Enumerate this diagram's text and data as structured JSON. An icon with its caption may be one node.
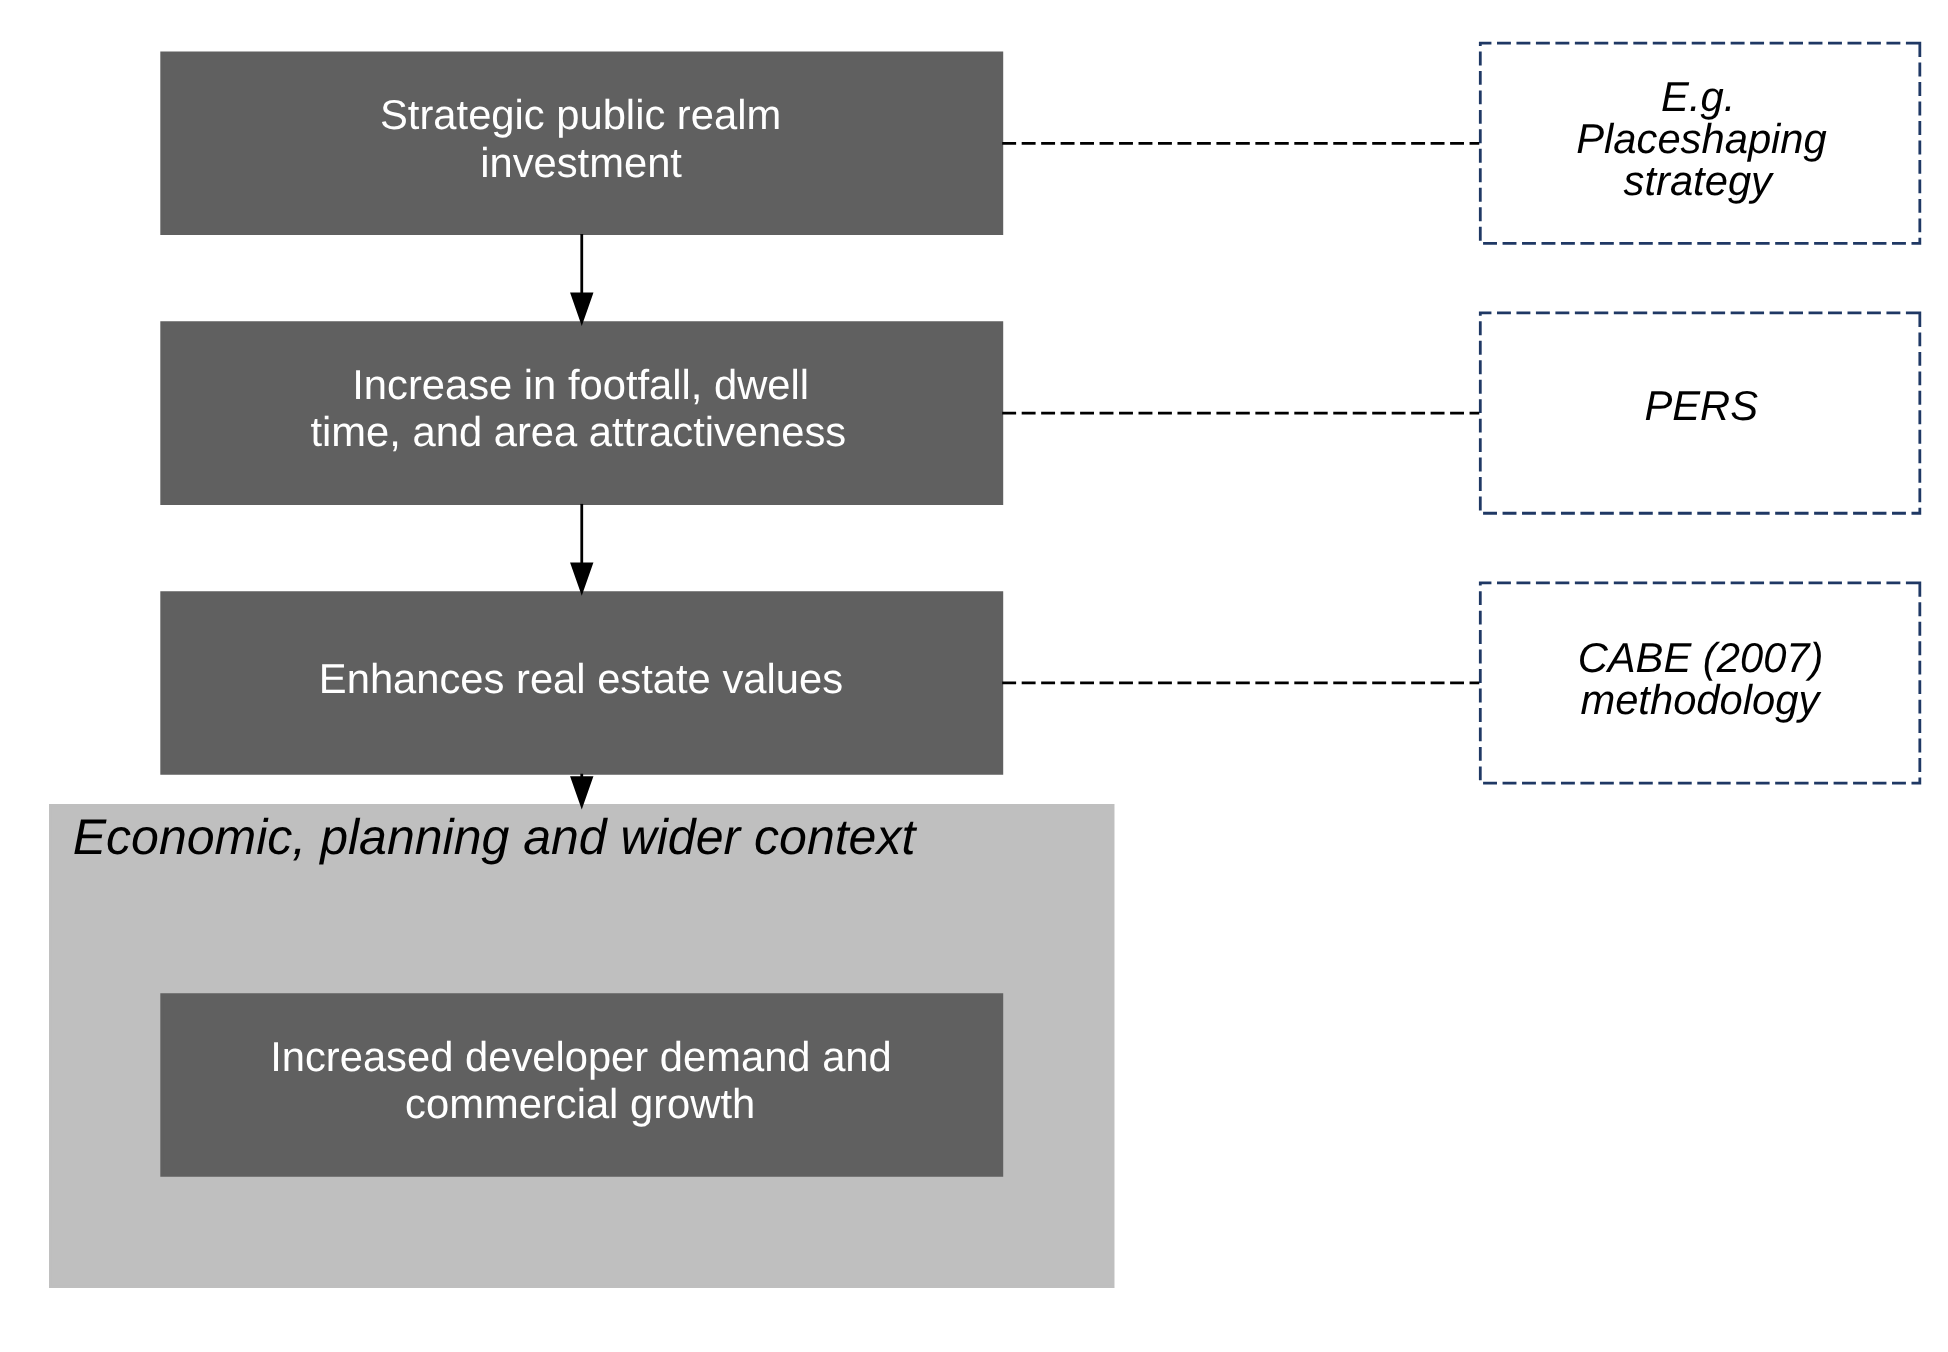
{
  "diagram": {
    "nodes": [
      {
        "text": [
          "Strategic public realm investment"
        ]
      },
      {
        "text": [
          "E.g. Placeshaping strategy"
        ]
      },
      {
        "text": [
          "Increase in footfall, dwell time, and area attractiveness"
        ]
      },
      {
        "text": [
          "PERS"
        ]
      },
      {
        "text": [
          "Enhances real estate values"
        ]
      },
      {
        "text": [
          "CABE (2007) methodology"
        ]
      },
      {
        "text": [
          "Economic, planning and wider context"
        ]
      },
      {
        "text": [
          "Increased developer demand and commercial growth"
        ],
        "in": 6
      }
    ],
    "edges": [
      {
        "from": 0,
        "to": 2,
        "arrow": "to"
      },
      {
        "from": 2,
        "to": 4,
        "arrow": "to"
      },
      {
        "from": 4,
        "to": 6,
        "arrow": "to"
      },
      {
        "from": 0,
        "to": 1,
        "arrow": "none",
        "style": "dashed"
      },
      {
        "from": 2,
        "to": 3,
        "arrow": "none",
        "style": "dashed"
      },
      {
        "from": 4,
        "to": 5,
        "arrow": "none",
        "style": "dashed"
      }
    ]
  }
}
